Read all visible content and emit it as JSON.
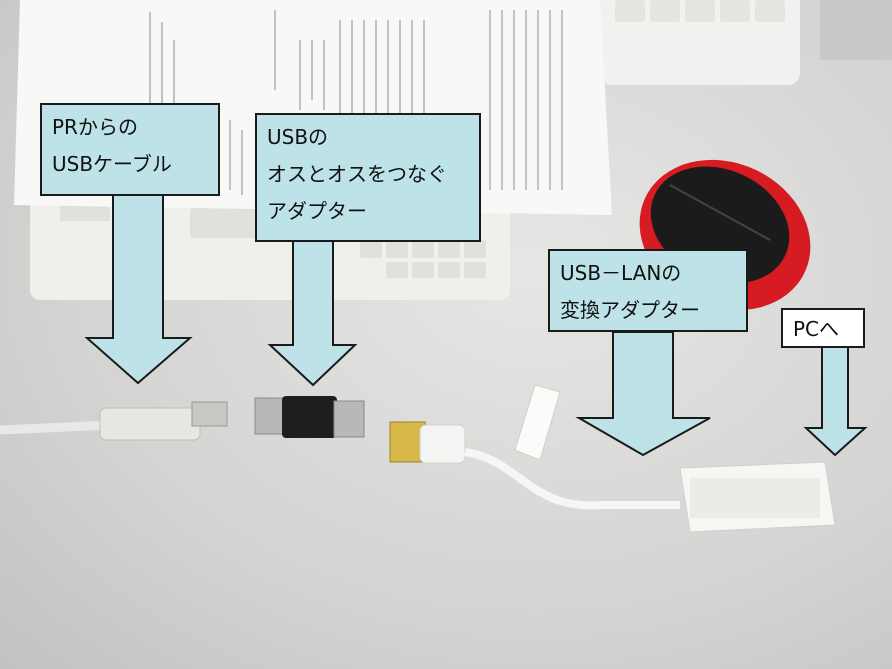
{
  "labels": {
    "printer_cable": {
      "line1": "PRからの",
      "line2": "USBケーブル"
    },
    "usb_adapter": {
      "line1": "USBの",
      "line2": "オスとオスをつなぐ",
      "line3": "アダプター"
    },
    "usb_lan": {
      "line1": "USB－LANの",
      "line2": "変換アダプター"
    },
    "to_pc": {
      "text": "PCへ"
    }
  },
  "colors": {
    "label_fill": "#bde2e8",
    "arrow_fill": "#bde2e8",
    "label_border": "#1a1a1a",
    "pc_label_fill": "#ffffff"
  }
}
